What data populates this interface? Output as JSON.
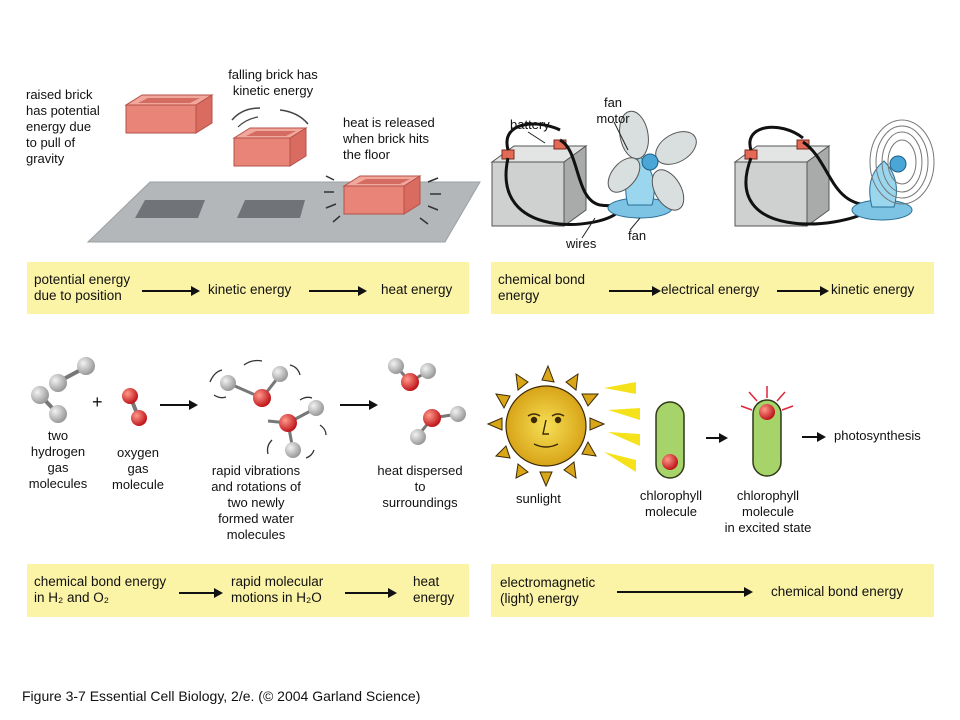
{
  "panels": {
    "brick": {
      "labels": {
        "raised": "raised brick\nhas potential\nenergy due\nto pull of\ngravity",
        "falling": "falling brick has\nkinetic energy",
        "heat": "heat is released\nwhen brick hits\nthe floor"
      },
      "bar": {
        "a": "potential energy\ndue to position",
        "b": "kinetic energy",
        "c": "heat energy"
      }
    },
    "battery": {
      "labels": {
        "battery": "battery",
        "motor": "fan\nmotor",
        "wires": "wires",
        "fan": "fan"
      },
      "bar": {
        "a": "chemical bond\nenergy",
        "b": "electrical energy",
        "c": "kinetic energy"
      }
    },
    "molecules": {
      "plus": "+",
      "labels": {
        "hydrogen": "two\nhydrogen\ngas\nmolecules",
        "oxygen": "oxygen\ngas\nmolecule",
        "vibrations": "rapid vibrations\nand rotations of\ntwo newly\nformed water\nmolecules",
        "dispersed": "heat dispersed\nto\nsurroundings"
      },
      "bar": {
        "a": "chemical bond energy\nin H₂ and O₂",
        "b": "rapid molecular\nmotions in H₂O",
        "c": "heat\nenergy"
      }
    },
    "sunlight": {
      "labels": {
        "sunlight": "sunlight",
        "chlorophyll": "chlorophyll\nmolecule",
        "excited": "chlorophyll\nmolecule\nin excited state",
        "photosynthesis": "photosynthesis"
      },
      "bar": {
        "a": "electromagnetic\n(light) energy",
        "b": "chemical bond energy"
      }
    }
  },
  "caption": "Figure 3-7  Essential Cell Biology, 2/e. (© 2004 Garland Science)",
  "colors": {
    "bar": "#fbf3a6",
    "brick": "#e88478",
    "floor": "#b4b7ba",
    "battery": "#cfd0d0",
    "fan": "#9bd6ef",
    "atom_red": "#d52a2a",
    "atom_grey": "#bcbcbc",
    "chlorophyll": "#a6d36a",
    "sun": "#e6c42a",
    "ray": "#f5e21a"
  }
}
